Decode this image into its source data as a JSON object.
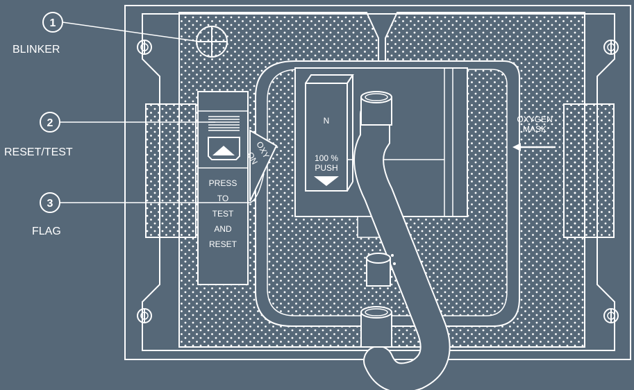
{
  "callouts": [
    {
      "number": "1",
      "label": "BLINKER"
    },
    {
      "number": "2",
      "label": "RESET/TEST"
    },
    {
      "number": "3",
      "label": "FLAG"
    }
  ],
  "panel": {
    "press_line1": "PRESS",
    "press_line2": "TO",
    "press_line3": "TEST",
    "press_line4": "AND",
    "press_line5": "RESET",
    "oxy_line1": "OXY",
    "oxy_line2": "ON",
    "lever_n": "N",
    "lever_pct": "100 %",
    "lever_push": "PUSH",
    "mask_line1": "OXYGEN",
    "mask_line2": "MASK"
  },
  "colors": {
    "background": "#566878",
    "line": "#ffffff"
  }
}
